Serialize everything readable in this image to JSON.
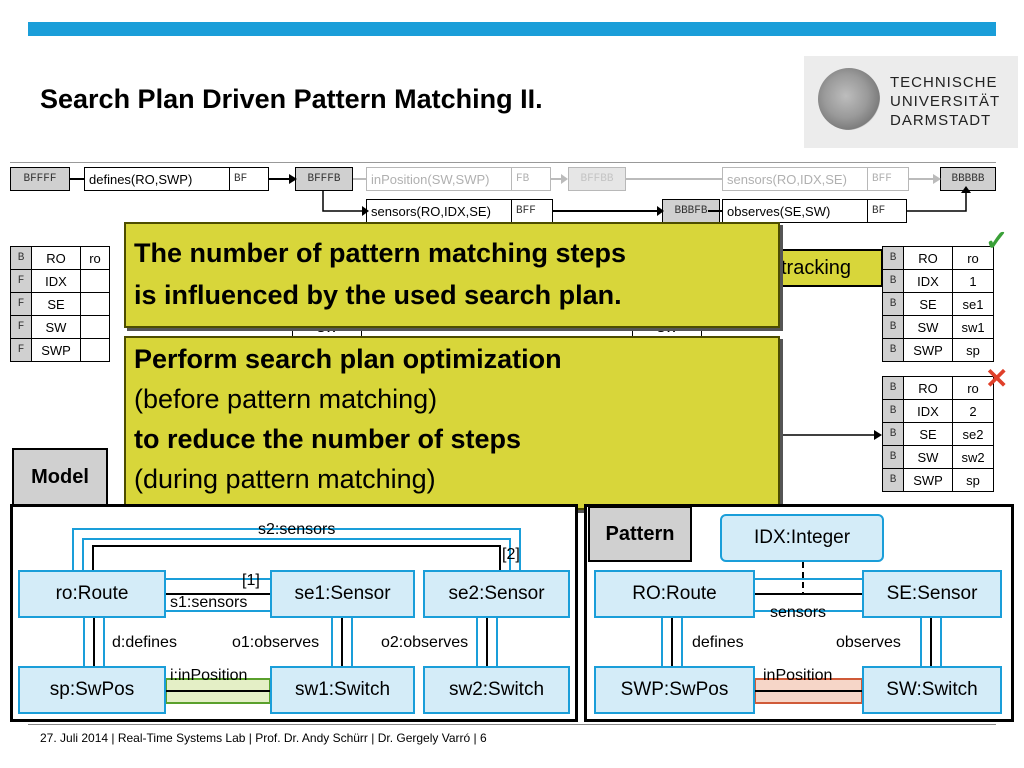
{
  "slide": {
    "title": "Search Plan Driven Pattern Matching II.",
    "logo_lines": [
      "TECHNISCHE",
      "UNIVERSITÄT",
      "DARMSTADT"
    ],
    "footer": "27. Juli 2014  |  Real-Time Systems Lab  |  Prof. Dr. Andy Schürr  |  Dr. Gergely Varró  |  6",
    "accent_color": "#1a9ed9",
    "callout_color": "#d8d63a"
  },
  "search_plan": {
    "states": {
      "s1": "BFFFF",
      "s2": "BFFFB",
      "s3": "BFFBB",
      "s4": "BBBBB",
      "s5": "BBBFB"
    },
    "operations": [
      {
        "label": "defines(RO,SWP)",
        "flags": "BF"
      },
      {
        "label": "inPosition(SW,SWP)",
        "flags": "FB"
      },
      {
        "label": "sensors(RO,IDX,SE)",
        "flags": "BFF"
      },
      {
        "label": "sensors(RO,IDX,SE)",
        "flags": "BFF"
      },
      {
        "label": "observes(SE,SW)",
        "flags": "BF"
      }
    ],
    "backtracking_fragment": "ktracking",
    "partial_sw_label": "SW"
  },
  "left_table": {
    "rows": [
      {
        "flag": "B",
        "name": "RO",
        "value": "ro"
      },
      {
        "flag": "F",
        "name": "IDX",
        "value": ""
      },
      {
        "flag": "F",
        "name": "SE",
        "value": ""
      },
      {
        "flag": "F",
        "name": "SW",
        "value": ""
      },
      {
        "flag": "F",
        "name": "SWP",
        "value": ""
      }
    ]
  },
  "result_tables": [
    {
      "mark": "✓",
      "rows": [
        {
          "flag": "B",
          "name": "RO",
          "value": "ro"
        },
        {
          "flag": "B",
          "name": "IDX",
          "value": "1"
        },
        {
          "flag": "B",
          "name": "SE",
          "value": "se1"
        },
        {
          "flag": "B",
          "name": "SW",
          "value": "sw1"
        },
        {
          "flag": "B",
          "name": "SWP",
          "value": "sp"
        }
      ]
    },
    {
      "mark": "✕",
      "rows": [
        {
          "flag": "B",
          "name": "RO",
          "value": "ro"
        },
        {
          "flag": "B",
          "name": "IDX",
          "value": "2"
        },
        {
          "flag": "B",
          "name": "SE",
          "value": "se2"
        },
        {
          "flag": "B",
          "name": "SW",
          "value": "sw2"
        },
        {
          "flag": "B",
          "name": "SWP",
          "value": "sp"
        }
      ]
    }
  ],
  "callouts": {
    "first": [
      "The number of pattern matching steps",
      "is influenced by the used search plan."
    ],
    "second": [
      {
        "text": "Perform search plan optimization",
        "bold": true
      },
      {
        "text": "(before pattern matching)",
        "bold": false
      },
      {
        "text": "to reduce the number of steps",
        "bold": true
      },
      {
        "text": "(during pattern matching)",
        "bold": false
      }
    ]
  },
  "model": {
    "label": "Model",
    "nodes": {
      "ro": "ro:Route",
      "se1": "se1:Sensor",
      "se2": "se2:Sensor",
      "sp": "sp:SwPos",
      "sw1": "sw1:Switch",
      "sw2": "sw2:Switch"
    },
    "edges": {
      "s2": "s2:sensors",
      "idx2": "[2]",
      "idx1": "[1]",
      "s1": "s1:sensors",
      "d": "d:defines",
      "o1": "o1:observes",
      "o2": "o2:observes",
      "i": "i:inPosition"
    }
  },
  "pattern": {
    "label": "Pattern",
    "nodes": {
      "idx": "IDX:Integer",
      "ro": "RO:Route",
      "se": "SE:Sensor",
      "swp": "SWP:SwPos",
      "sw": "SW:Switch"
    },
    "edges": {
      "sensors": "sensors",
      "defines": "defines",
      "observes": "observes",
      "inpos": "inPosition"
    }
  }
}
